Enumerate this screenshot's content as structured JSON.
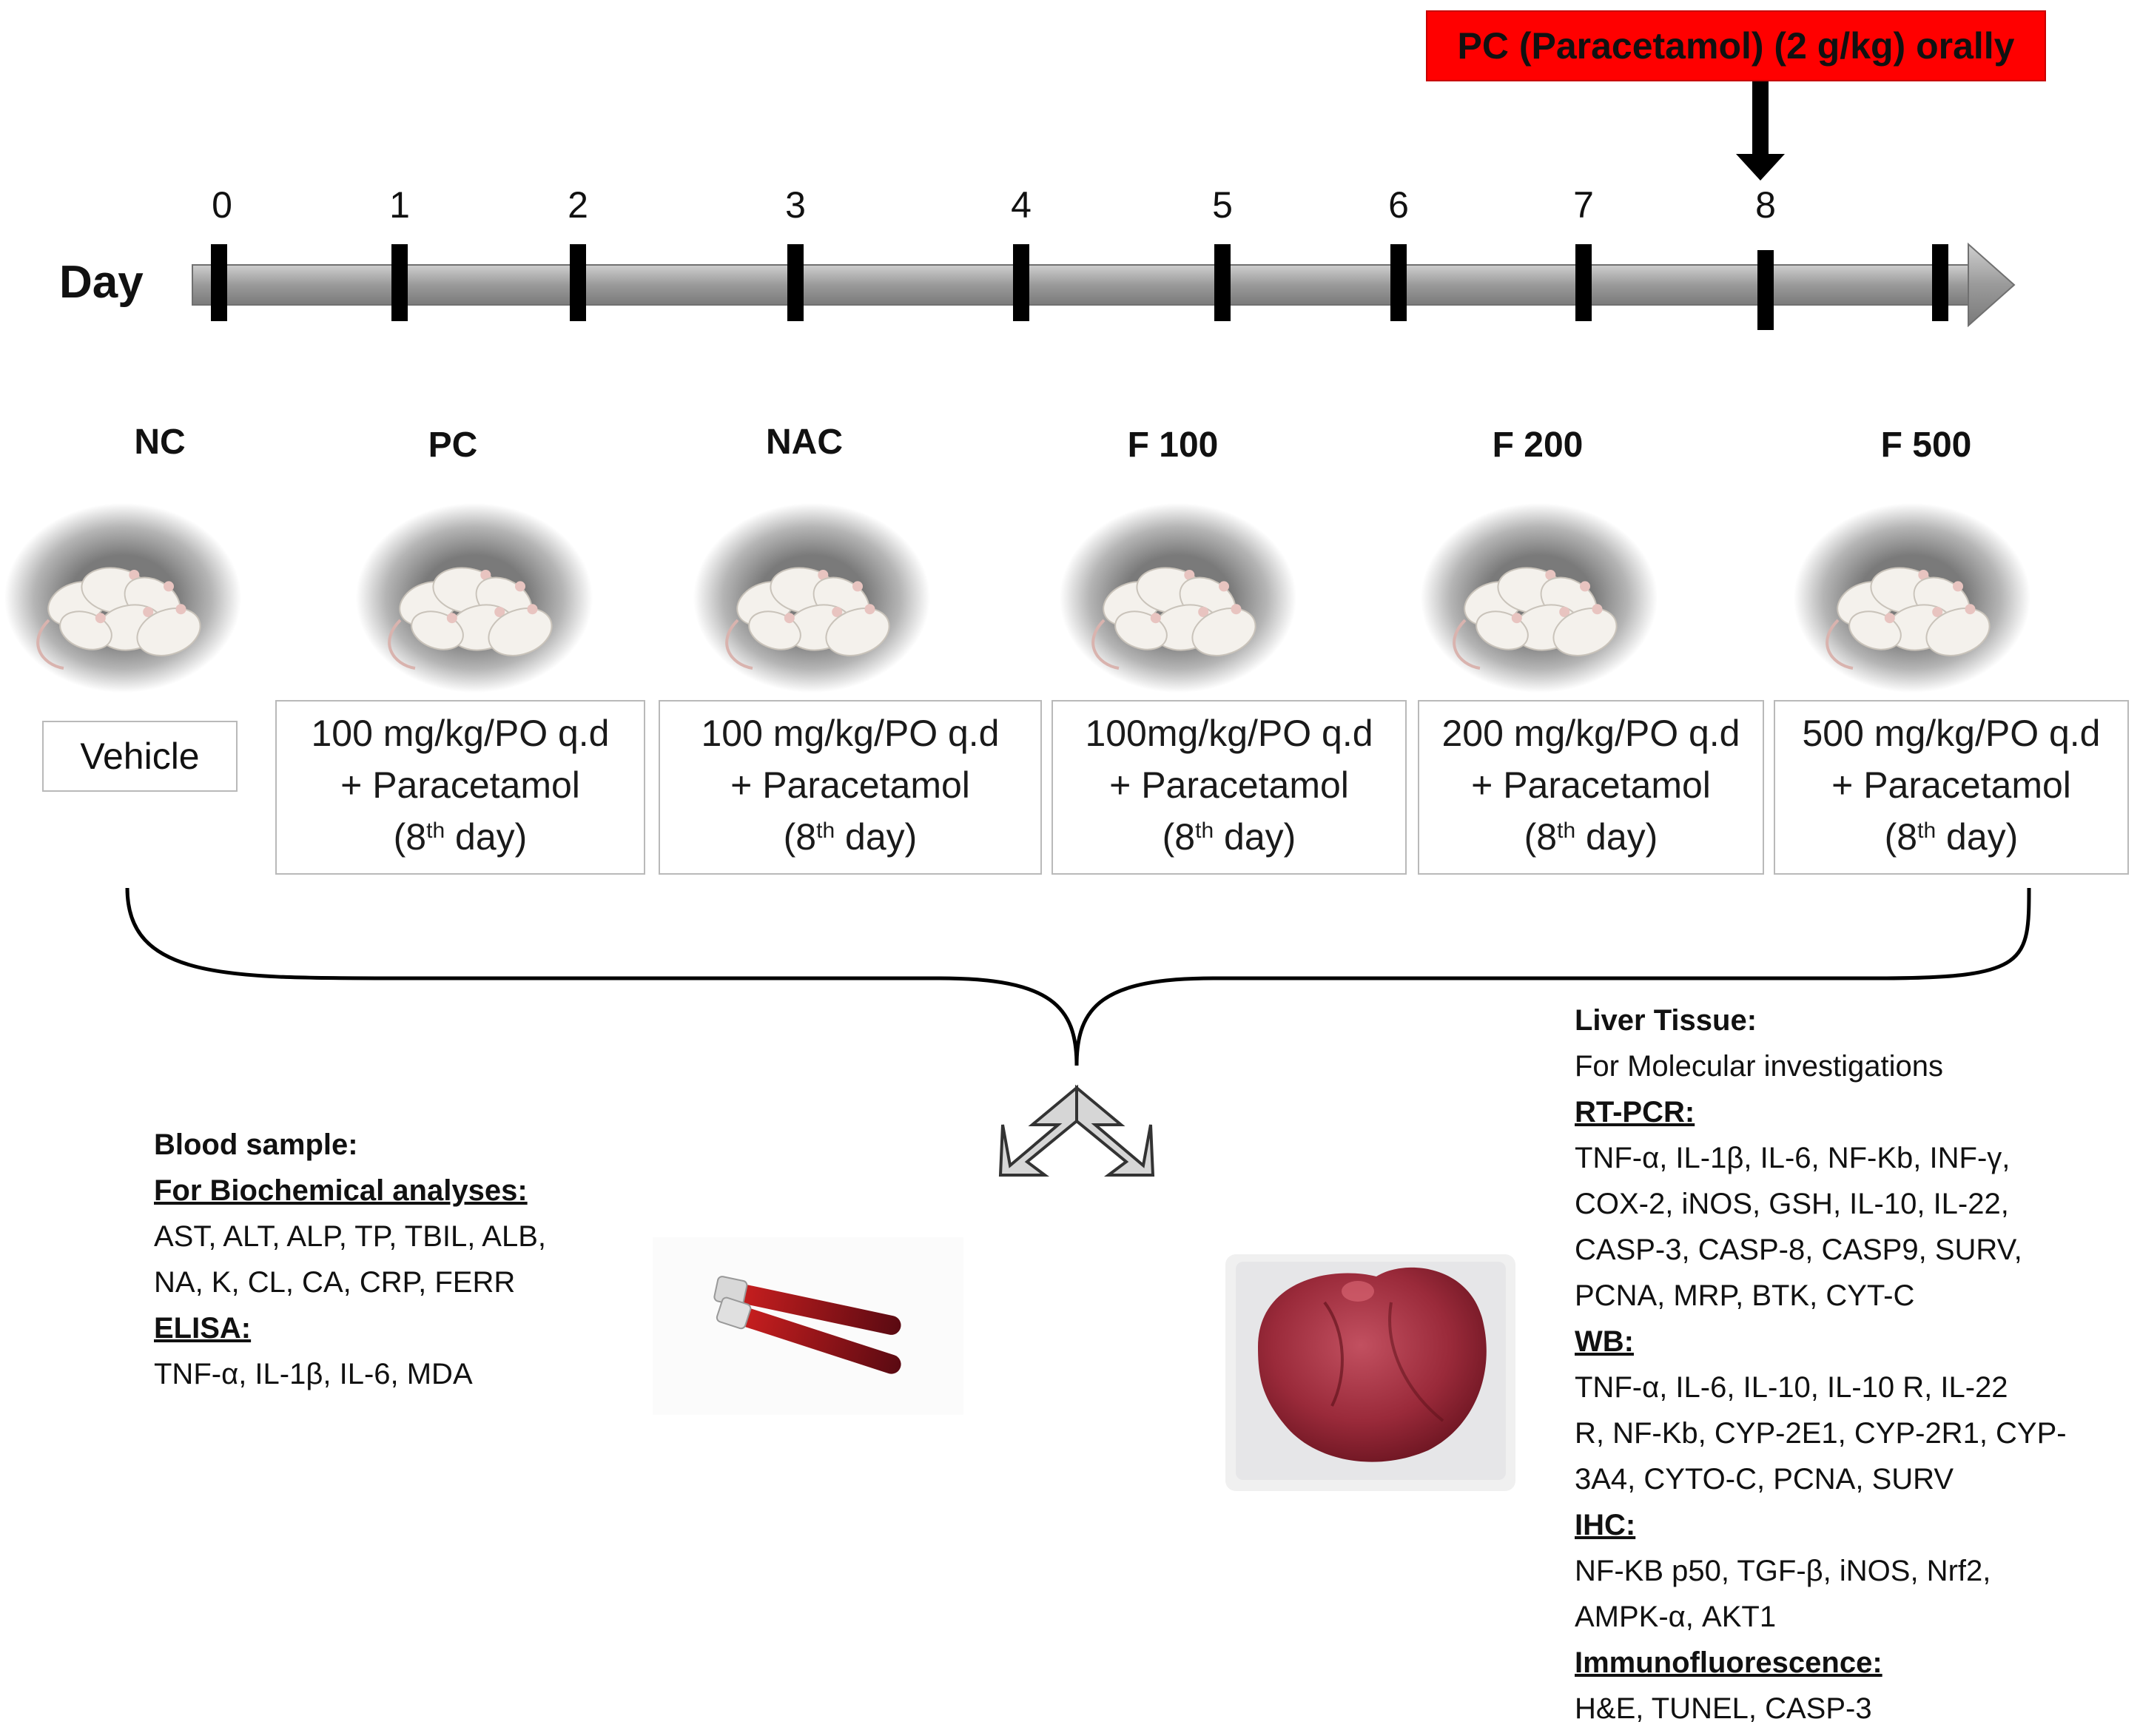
{
  "banner": {
    "text": "PC (Paracetamol) (2 g/kg) orally",
    "color": "#ff0000",
    "marks_day": "8"
  },
  "timeline": {
    "label": "Day",
    "ticks": [
      "0",
      "1",
      "2",
      "3",
      "4",
      "5",
      "6",
      "7",
      "8"
    ]
  },
  "groups": [
    {
      "title": "NC",
      "treatment": "Vehicle"
    },
    {
      "title": "PC",
      "line1": "100 mg/kg/PO q.d",
      "line2": "+ Paracetamol",
      "day_num": "(8",
      "day_sup": "th",
      "day_rest": " day)"
    },
    {
      "title": "NAC",
      "line1": "100 mg/kg/PO q.d",
      "line2": "+ Paracetamol",
      "day_num": "(8",
      "day_sup": "th",
      "day_rest": " day)"
    },
    {
      "title": "F 100",
      "line1": "100mg/kg/PO q.d",
      "line2": "+ Paracetamol",
      "day_num": "(8",
      "day_sup": "th",
      "day_rest": " day)"
    },
    {
      "title": "F 200",
      "line1": "200 mg/kg/PO q.d",
      "line2": "+ Paracetamol",
      "day_num": "(8",
      "day_sup": "th",
      "day_rest": " day)"
    },
    {
      "title": "F 500",
      "line1": "500 mg/kg/PO q.d",
      "line2": "+ Paracetamol",
      "day_num": "(8",
      "day_sup": "th",
      "day_rest": " day)"
    }
  ],
  "blood": {
    "title": "Blood sample:",
    "biochem_heading": "For Biochemical analyses:",
    "biochem_lines": [
      "AST, ALT, ALP, TP, TBIL, ALB,",
      "NA, K, CL, CA, CRP, FERR"
    ],
    "elisa_heading": "ELISA:",
    "elisa_lines": [
      "TNF-α, IL-1β, IL-6, MDA"
    ]
  },
  "liver": {
    "title": "Liver Tissue:",
    "subtitle": "For Molecular investigations",
    "rtpcr_heading": "RT-PCR:",
    "rtpcr_lines": [
      "TNF-α, IL-1β, IL-6, NF-Kb, INF-γ,",
      "COX-2, iNOS, GSH, IL-10, IL-22,",
      "CASP-3, CASP-8, CASP9, SURV,",
      "PCNA, MRP, BTK, CYT-C"
    ],
    "wb_heading": "WB:",
    "wb_lines": [
      "TNF-α, IL-6, IL-10, IL-10 R, IL-22",
      "R, NF-Kb, CYP-2E1, CYP-2R1, CYP-",
      "3A4, CYTO-C, PCNA, SURV"
    ],
    "ihc_heading": "IHC:",
    "ihc_lines": [
      "NF-KB p50, TGF-β, iNOS, Nrf2,",
      "AMPK-α, AKT1"
    ],
    "if_heading": "Immunofluorescence:",
    "if_lines": [
      "H&E, TUNEL, CASP-3"
    ]
  }
}
